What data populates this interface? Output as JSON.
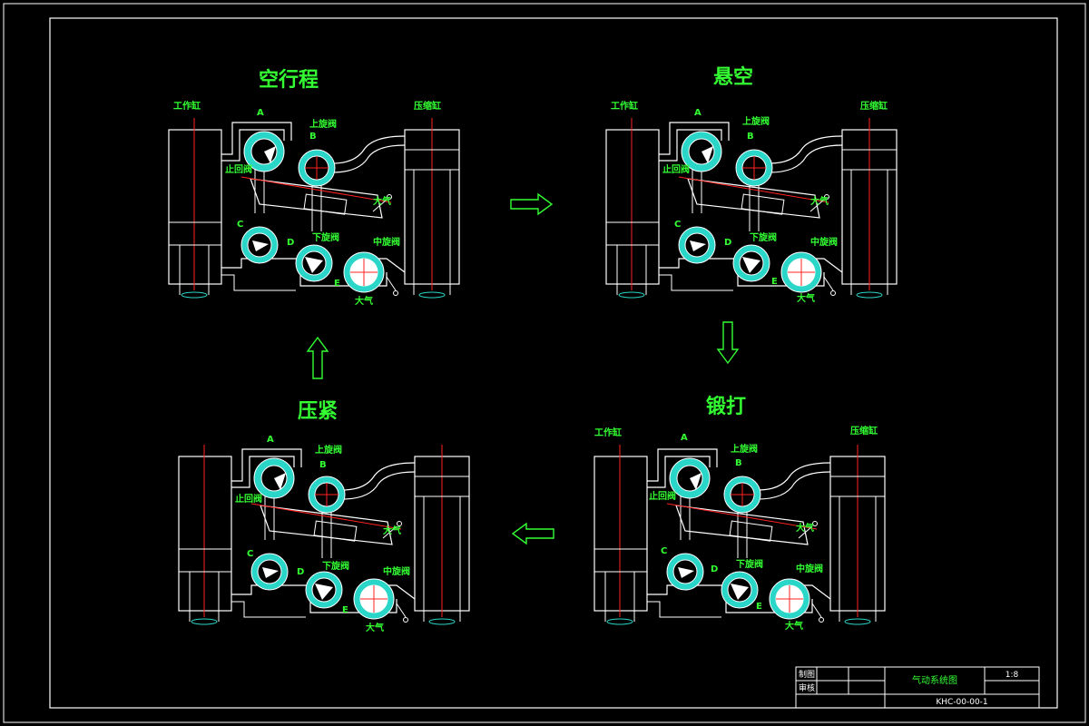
{
  "panels": [
    {
      "id": "idle",
      "title": "空行程",
      "labels": {
        "work_cyl": "工作缸",
        "comp_cyl": "压缩缸",
        "a": "A",
        "b": "B",
        "c": "C",
        "d": "D",
        "e": "E",
        "upper_valve": "上旋阀",
        "check_valve": "止回阀",
        "lower_valve": "下旋阀",
        "mid_valve": "中旋阀",
        "atm1": "大气",
        "atm2": "大气"
      }
    },
    {
      "id": "suspend",
      "title": "悬空",
      "labels": {
        "work_cyl": "工作缸",
        "comp_cyl": "压缩缸",
        "a": "A",
        "b": "B",
        "c": "C",
        "d": "D",
        "e": "E",
        "upper_valve": "上旋阀",
        "check_valve": "止回阀",
        "lower_valve": "下旋阀",
        "mid_valve": "中旋阀",
        "atm1": "大气",
        "atm2": "大气"
      }
    },
    {
      "id": "press",
      "title": "压紧",
      "labels": {
        "work_cyl": "",
        "comp_cyl": "",
        "a": "A",
        "b": "B",
        "c": "C",
        "d": "D",
        "e": "E",
        "upper_valve": "上旋阀",
        "check_valve": "止回阀",
        "lower_valve": "下旋阀",
        "mid_valve": "中旋阀",
        "atm1": "大气",
        "atm2": "大气"
      }
    },
    {
      "id": "forge",
      "title": "锻打",
      "labels": {
        "work_cyl": "工作缸",
        "comp_cyl": "压缩缸",
        "a": "A",
        "b": "B",
        "c": "C",
        "d": "D",
        "e": "E",
        "upper_valve": "上旋阀",
        "check_valve": "止回阀",
        "lower_valve": "下旋阀",
        "mid_valve": "中旋阀",
        "atm1": "大气",
        "atm2": "大气"
      }
    }
  ],
  "title_block": {
    "row1_label": "制图",
    "row2_label": "审核",
    "drawing_name": "气动系统图",
    "scale": "1:8",
    "drawing_no": "KHC-00-00-1"
  },
  "colors": {
    "background": "#000000",
    "lines": "#ffffff",
    "labels": "#33ff33",
    "valve_fill": "#2ad6c8",
    "axis": "#ff2222"
  }
}
